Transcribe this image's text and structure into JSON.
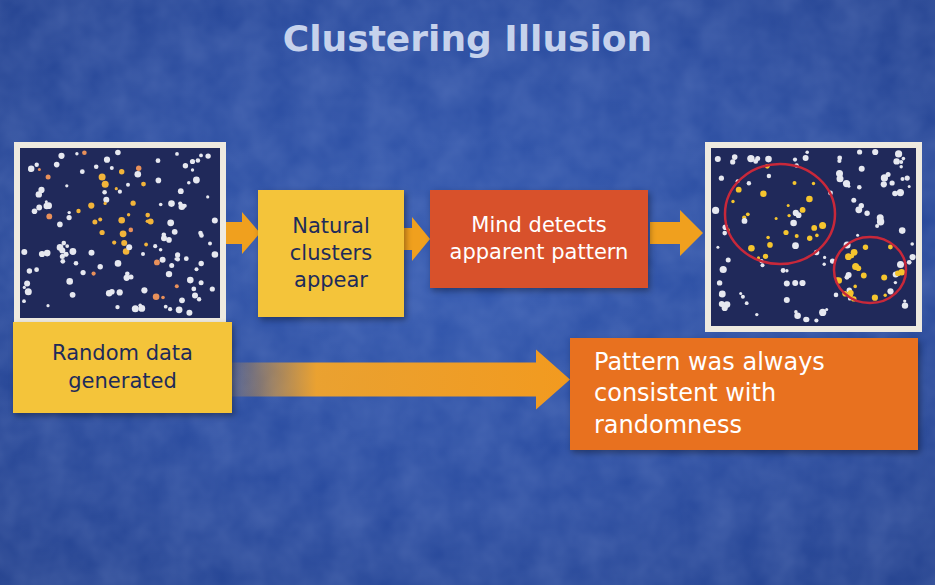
{
  "diagram": {
    "title": "Clustering Illusion",
    "nodes": [
      {
        "text": [
          "Natural clusters appear"
        ]
      },
      {
        "text": [
          "Mind detects apparent pattern"
        ]
      },
      {
        "text": [
          "Random data generated"
        ]
      },
      {
        "text": [
          "Pattern was always consistent with randomness"
        ]
      }
    ],
    "edges": [
      {
        "from": 0,
        "to": 1,
        "arrow": "to"
      },
      {
        "from": 2,
        "to": 3,
        "arrow": "to"
      }
    ]
  }
}
